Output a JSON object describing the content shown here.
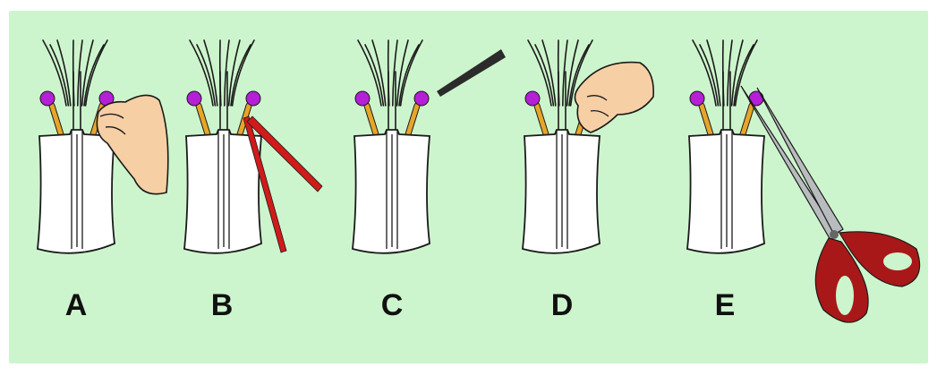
{
  "colors": {
    "background": "#cdf5cd",
    "sheath": "#ffffff",
    "outline": "#1a1a1a",
    "stigma": "#b51fd6",
    "anther": "#e7a52a",
    "hand": "#f6cfa4",
    "string": "#d11a1a",
    "scissors_handle": "#a81818",
    "blade": "#b9bcbf",
    "forceps": "#2b2b2b"
  },
  "panels": [
    {
      "label": "A",
      "tool": "hand-pinching-icon"
    },
    {
      "label": "B",
      "tool": "red-thread-icon"
    },
    {
      "label": "C",
      "tool": "forceps-icon"
    },
    {
      "label": "D",
      "tool": "hand-pressing-icon"
    },
    {
      "label": "E",
      "tool": "scissors-icon"
    }
  ]
}
